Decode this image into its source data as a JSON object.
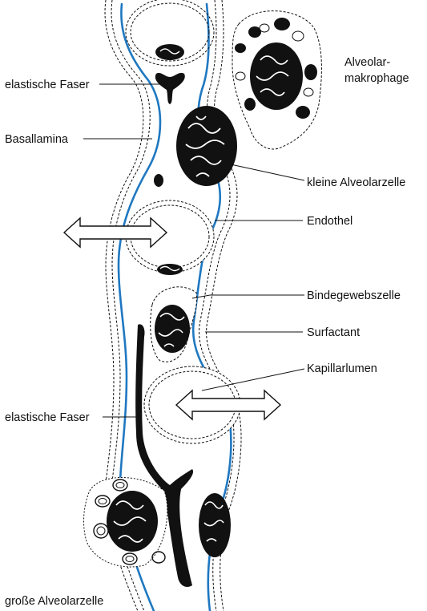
{
  "labels": {
    "elastische_faser_top": "elastische Faser",
    "basallamina": "Basallamina",
    "alveolar_makrophage_line1": "Alveolar-",
    "alveolar_makrophage_line2": "makrophage",
    "kleine_alveolarzelle": "kleine Alveolarzelle",
    "endothel": "Endothel",
    "bindegewebszelle": "Bindegewebszelle",
    "surfactant": "Surfactant",
    "kapillarlumen": "Kapillarlumen",
    "elastische_faser_bottom": "elastische Faser",
    "grosse_alveolarzelle": "große Alveolarzelle"
  },
  "colors": {
    "basal_lamina": "#1f78c1",
    "ink": "#111111",
    "background": "#ffffff"
  }
}
